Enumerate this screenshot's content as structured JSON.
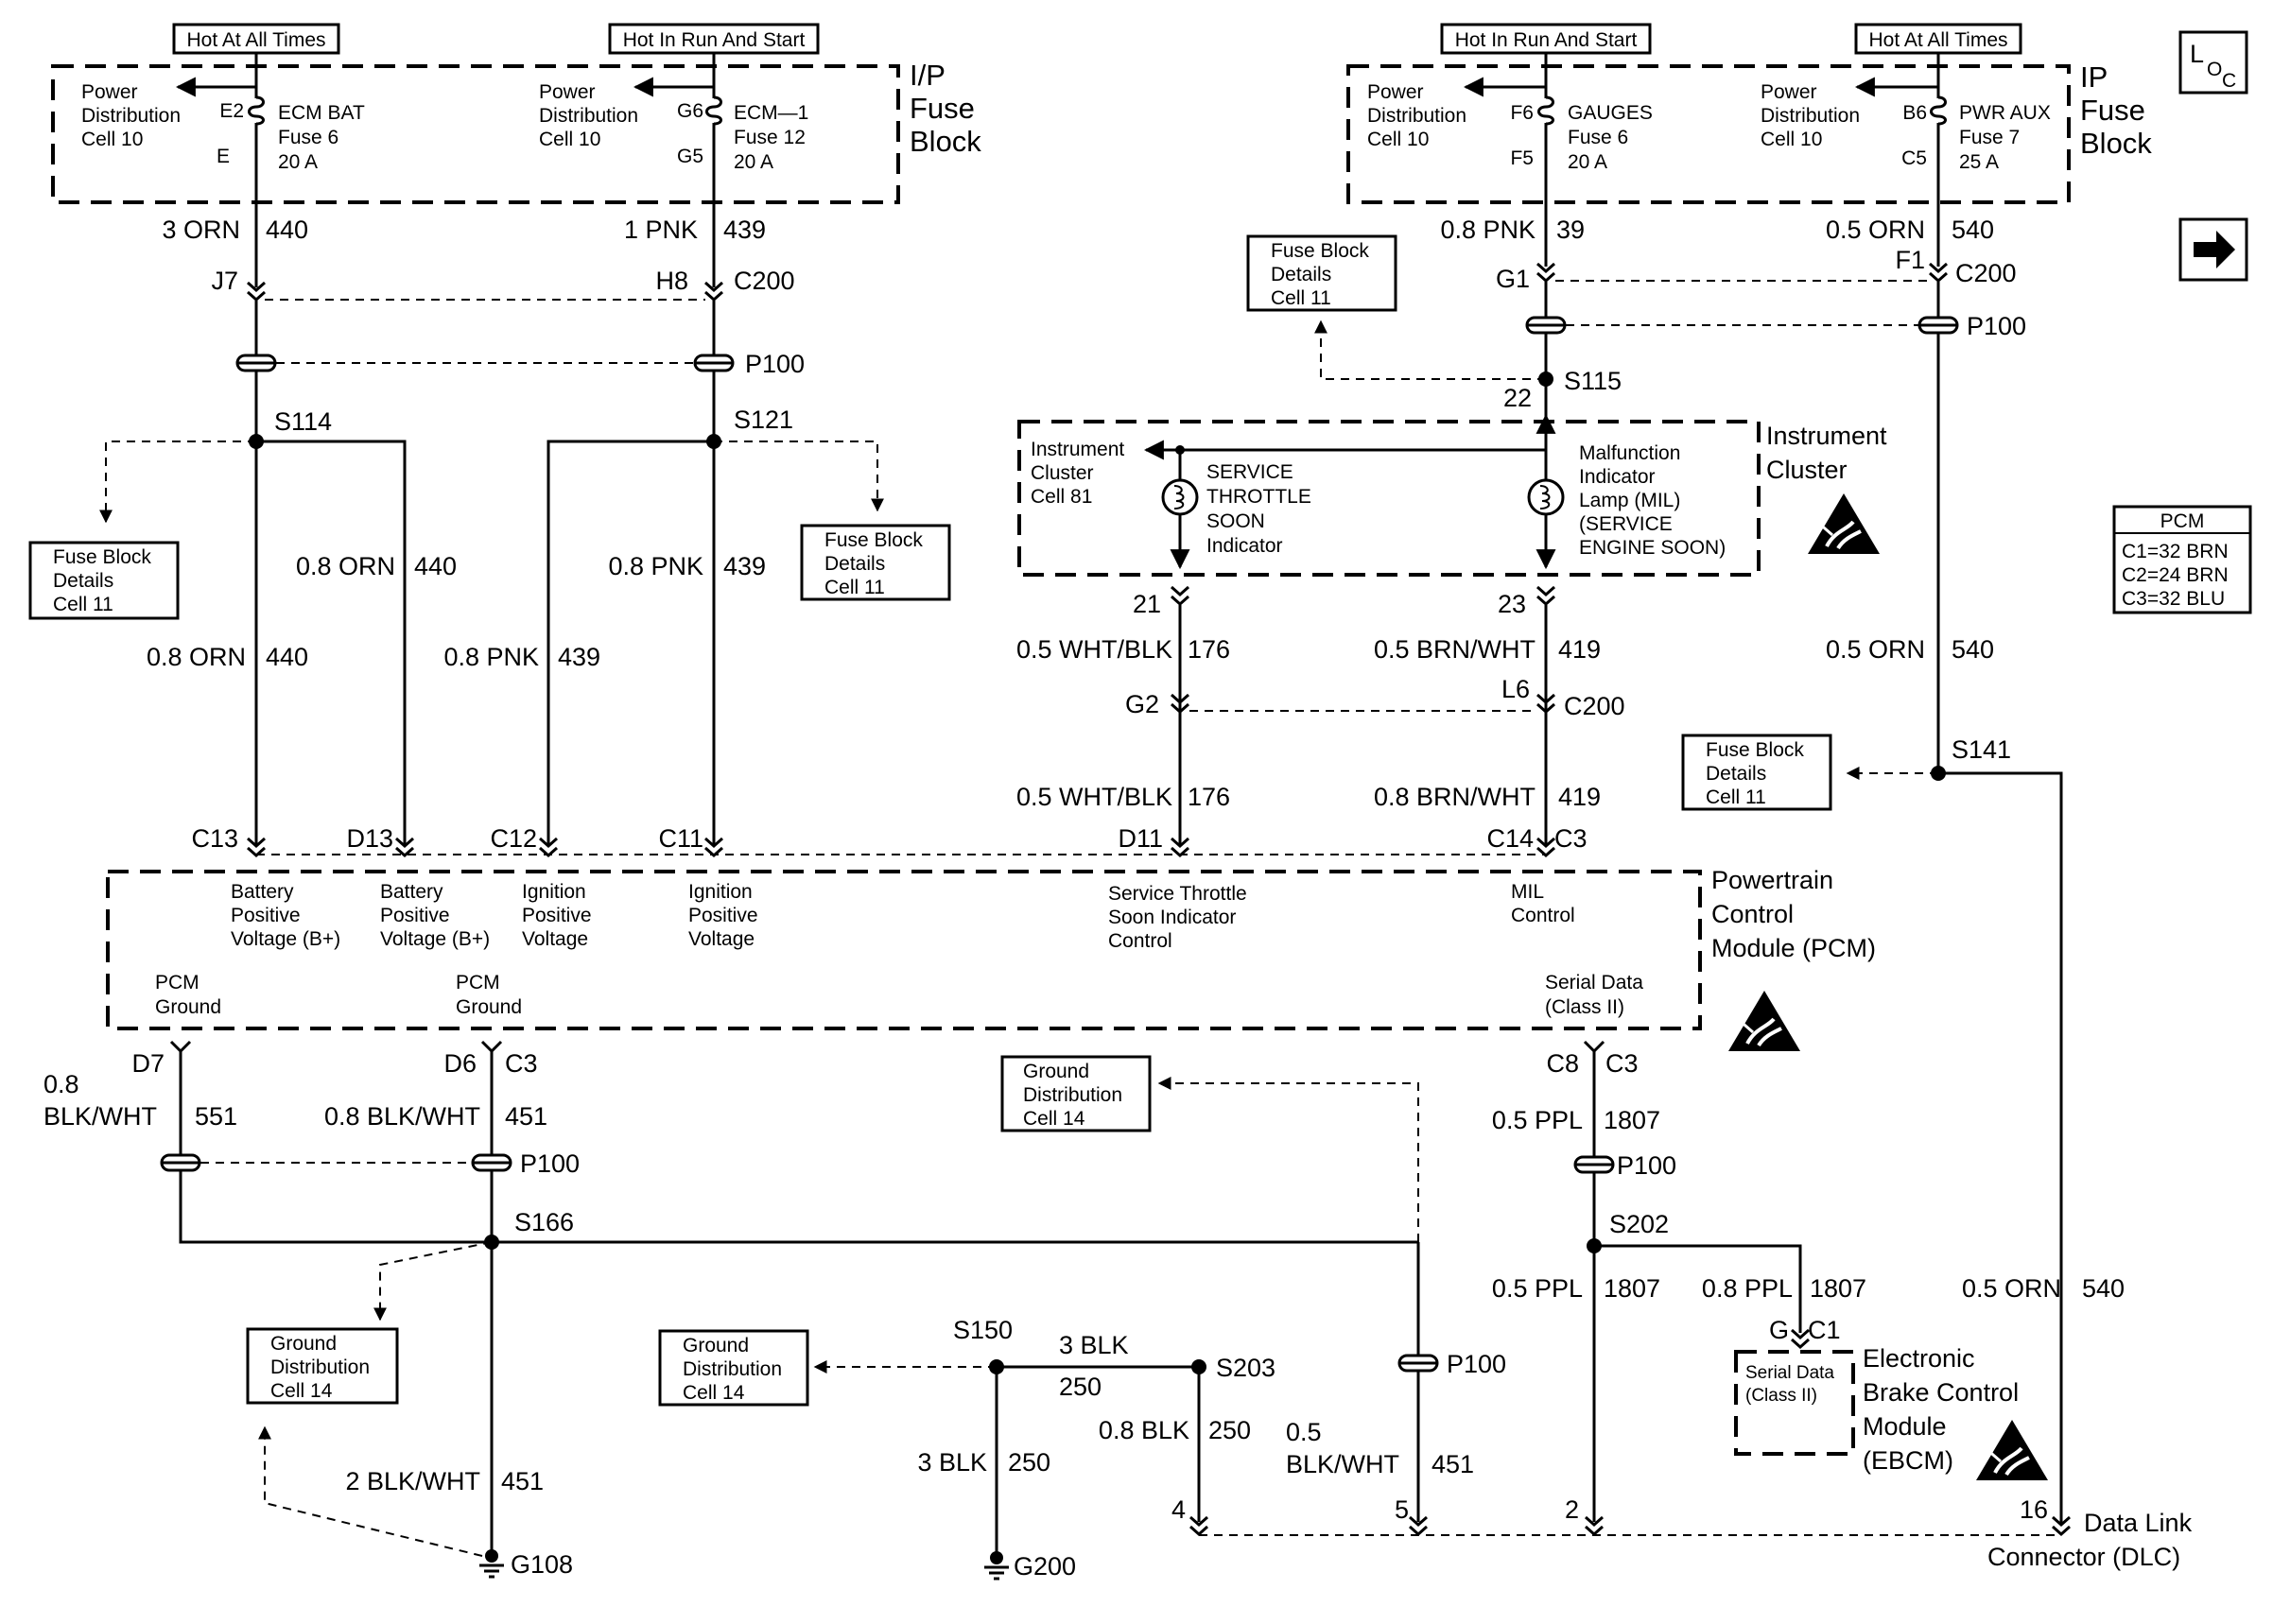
{
  "boxes": {
    "hot_all_left": "Hot At All Times",
    "hot_run_left": "Hot In Run And Start",
    "hot_run_right": "Hot In Run And Start",
    "hot_all_right": "Hot At All Times",
    "pcm_legend": {
      "title": "PCM",
      "c1": "C1=32 BRN",
      "c2": "C2=24 BRN",
      "c3": "C3=32 BLU"
    }
  },
  "fuse_block_left": {
    "title": [
      "I/P",
      "Fuse",
      "Block"
    ],
    "pd1": [
      "Power",
      "Distribution",
      "Cell 10"
    ],
    "fuse1": {
      "pin_top": "E2",
      "pin_bot": "E",
      "lines": [
        "ECM BAT",
        "Fuse 6",
        "20 A"
      ]
    },
    "pd2": [
      "Power",
      "Distribution",
      "Cell 10"
    ],
    "fuse2": {
      "pin_top": "G6",
      "pin_bot": "G5",
      "lines": [
        "ECM—1",
        "Fuse 12",
        "20 A"
      ]
    }
  },
  "fuse_block_right": {
    "title": [
      "IP",
      "Fuse",
      "Block"
    ],
    "pd1": [
      "Power",
      "Distribution",
      "Cell 10"
    ],
    "fuse1": {
      "pin_top": "F6",
      "pin_bot": "F5",
      "lines": [
        "GAUGES",
        "Fuse 6",
        "20 A"
      ]
    },
    "pd2": [
      "Power",
      "Distribution",
      "Cell 10"
    ],
    "fuse2": {
      "pin_top": "B6",
      "pin_bot": "C5",
      "lines": [
        "PWR AUX",
        "Fuse 7",
        "25 A"
      ]
    }
  },
  "fuse_details": {
    "fd_a": [
      "Fuse Block",
      "Details",
      "Cell 11"
    ],
    "fd_b": [
      "Fuse Block",
      "Details",
      "Cell 11"
    ],
    "fd_c": [
      "Fuse Block",
      "Details",
      "Cell 11"
    ],
    "fd_d": [
      "Fuse Block",
      "Details",
      "Cell 11"
    ]
  },
  "ground_dist": {
    "gd_a": [
      "Ground",
      "Distribution",
      "Cell 14"
    ],
    "gd_b": [
      "Ground",
      "Distribution",
      "Cell 14"
    ],
    "gd_c": [
      "Ground",
      "Distribution",
      "Cell 14"
    ]
  },
  "wires": {
    "w1_size": "3 ORN",
    "w1_num": "440",
    "w2_size": "1 PNK",
    "w2_num": "439",
    "w3_size": "0.8 PNK",
    "w3_num": "39",
    "w4_size": "0.5 ORN",
    "w4_num": "540",
    "w5_size": "0.8 ORN",
    "w5_num": "440",
    "w6_size": "0.8 PNK",
    "w6_num": "439",
    "w7_size": "0.8 ORN",
    "w7_num": "440",
    "w8_size": "0.8 PNK",
    "w8_num": "439",
    "w9_size": "0.5 WHT/BLK",
    "w9_num": "176",
    "w10_size": "0.5 BRN/WHT",
    "w10_num": "419",
    "w11_size": "0.5 WHT/BLK",
    "w11_num": "176",
    "w12_size": "0.8 BRN/WHT",
    "w12_num": "419",
    "w13_size": "0.5 ORN",
    "w13_num": "540",
    "w14_size_a": "0.8",
    "w14_size_b": "BLK/WHT",
    "w14_num": "551",
    "w15_size": "0.8 BLK/WHT",
    "w15_num": "451",
    "w16_size": "0.5 PPL",
    "w16_num": "1807",
    "w17_size": "0.5 PPL",
    "w17_num": "1807",
    "w18_size": "0.8 PPL",
    "w18_num": "1807",
    "w19_size": "0.5 ORN",
    "w19_num": "540",
    "w20_size": "3 BLK",
    "w20_num": "250",
    "w21_size": "0.8 BLK",
    "w21_num": "250",
    "w22_size": "3 BLK",
    "w22_num": "250",
    "w23_size_a": "0.5",
    "w23_size_b": "BLK/WHT",
    "w23_num": "451",
    "w24_size": "2 BLK/WHT",
    "w24_num": "451"
  },
  "connectors": {
    "j7": "J7",
    "h8": "H8",
    "c200_l": "C200",
    "p100_l": "P100",
    "g1": "G1",
    "f1": "F1",
    "c200_r": "C200",
    "p100_r": "P100",
    "pin22": "22",
    "pin21": "21",
    "pin23": "23",
    "g2": "G2",
    "l6": "L6",
    "c200_m": "C200",
    "c13": "C13",
    "d13": "D13",
    "c12": "C12",
    "c11": "C11",
    "d11": "D11",
    "c14": "C14",
    "c3_top": "C3",
    "d7": "D7",
    "d6": "D6",
    "c3_b1": "C3",
    "c8": "C8",
    "c3_b2": "C3",
    "p100_b1": "P100",
    "p100_b2": "P100",
    "p100_b3": "P100",
    "g_pin": "G",
    "c1_pin": "C1",
    "dlc4": "4",
    "dlc5": "5",
    "dlc2": "2",
    "dlc16": "16"
  },
  "splices": {
    "s114": "S114",
    "s121": "S121",
    "s115": "S115",
    "s141": "S141",
    "s166": "S166",
    "s202": "S202",
    "s150": "S150",
    "s203": "S203"
  },
  "grounds": {
    "g108": "G108",
    "g200": "G200"
  },
  "instrument_cluster": {
    "title": [
      "Instrument",
      "Cluster"
    ],
    "ref": [
      "Instrument",
      "Cluster",
      "Cell 81"
    ],
    "sts": [
      "SERVICE",
      "THROTTLE",
      "SOON",
      "Indicator"
    ],
    "mil": [
      "Malfunction",
      "Indicator",
      "Lamp (MIL)",
      "(SERVICE",
      "ENGINE SOON)"
    ]
  },
  "pcm": {
    "title": [
      "Powertrain",
      "Control",
      "Module (PCM)"
    ],
    "bat1": [
      "Battery",
      "Positive",
      "Voltage (B+)"
    ],
    "bat2": [
      "Battery",
      "Positive",
      "Voltage (B+)"
    ],
    "ign1": [
      "Ignition",
      "Positive",
      "Voltage"
    ],
    "ign2": [
      "Ignition",
      "Positive",
      "Voltage"
    ],
    "stsc": [
      "Service Throttle",
      "Soon Indicator",
      "Control"
    ],
    "milc": [
      "MIL",
      "Control"
    ],
    "gnd1": [
      "PCM",
      "Ground"
    ],
    "gnd2": [
      "PCM",
      "Ground"
    ],
    "serial": [
      "Serial Data",
      "(Class II)"
    ]
  },
  "ebcm": {
    "title": [
      "Electronic",
      "Brake Control",
      "Module",
      "(EBCM)"
    ],
    "serial": [
      "Serial Data",
      "(Class II)"
    ]
  },
  "dlc": {
    "title": [
      "Data Link",
      "Connector (DLC)"
    ]
  },
  "loc_icon": {
    "l": "L",
    "o": "O",
    "c": "C"
  },
  "icons": [
    "loc-icon",
    "arrow-right-icon",
    "esd-icon"
  ]
}
